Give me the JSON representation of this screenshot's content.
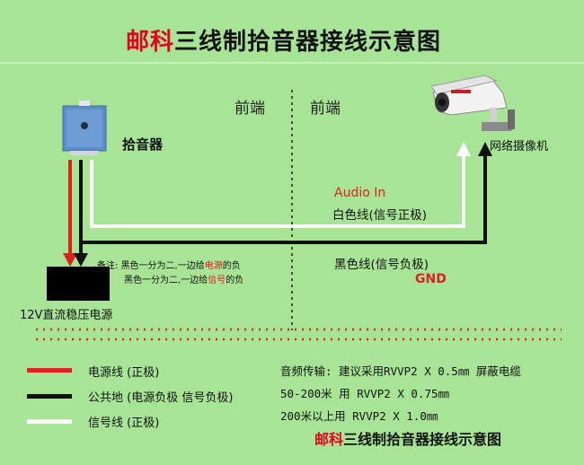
{
  "title": {
    "brand": "邮科",
    "main": "三线制拾音器接线示意图"
  },
  "front_labels": [
    "前端",
    "前端"
  ],
  "device": {
    "pickup": "拾音器",
    "camera": "网络摄像机",
    "power": "12V直流稳压电源"
  },
  "notes": {
    "prefix": "备注:",
    "line1_a": "黑色一分为二,一边给",
    "line1_hl": "电源",
    "line1_b": "的负",
    "line2_a": "黑色一分为二,一边给",
    "line2_hl": "信号",
    "line2_b": "的负"
  },
  "wires": {
    "audio_in": "Audio In",
    "white": "白色线(信号正极)",
    "black": "黑色线(信号负极)",
    "gnd": "GND"
  },
  "legend": [
    {
      "label": "电源线  (正极)",
      "color": "#e02020"
    },
    {
      "label": "公共地  (电源负极 信号负极)",
      "color": "#111111"
    },
    {
      "label": "信号线  (正极)",
      "color": "#ffffff"
    }
  ],
  "specs": [
    "音频传输:  建议采用RVVP2 X 0.5㎜ 屏蔽电缆",
    "50-200米  用 RVVP2 X 0.75㎜",
    "200米以上用 RVVP2 X 1.0㎜"
  ],
  "footer": {
    "brand": "邮科",
    "main": "三线制拾音器接线示意图"
  },
  "colors": {
    "background": "#a8e496",
    "red": "#e02020",
    "black": "#111111",
    "white": "#ffffff"
  }
}
